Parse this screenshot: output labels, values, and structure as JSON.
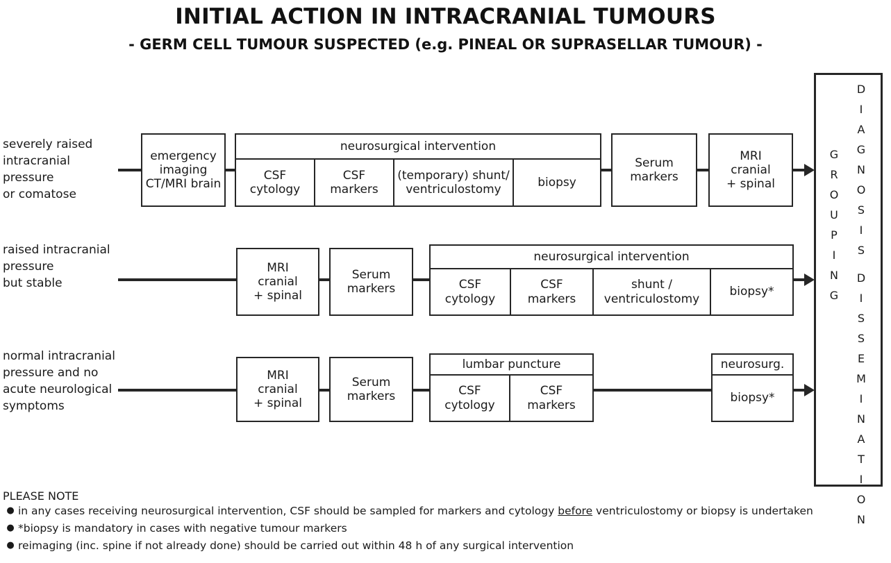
{
  "title": {
    "main": "INITIAL ACTION IN INTRACRANIAL TUMOURS",
    "sub": "- GERM CELL TUMOUR SUSPECTED (e.g. PINEAL OR SUPRASELLAR TUMOUR) -"
  },
  "colors": {
    "ink": "#1a1a1a",
    "line": "#262626",
    "background": "#ffffff"
  },
  "rows": [
    {
      "condition": "severely raised\nintracranial\npressure\nor comatose",
      "steps": {
        "emergency_imaging": "emergency\nimaging\nCT/MRI brain",
        "group_header": "neurosurgical intervention",
        "group_cells": [
          "CSF\ncytology",
          "CSF\nmarkers",
          "(temporary) shunt/\nventriculostomy",
          "biopsy"
        ],
        "serum_markers": "Serum\nmarkers",
        "mri": "MRI\ncranial\n+ spinal"
      }
    },
    {
      "condition": "raised intracranial\npressure\nbut stable",
      "steps": {
        "mri": "MRI\ncranial\n+ spinal",
        "serum_markers": "Serum\nmarkers",
        "group_header": "neurosurgical intervention",
        "group_cells": [
          "CSF\ncytology",
          "CSF\nmarkers",
          "shunt /\nventriculostomy",
          "biopsy*"
        ]
      }
    },
    {
      "condition": "normal intracranial\npressure and no\nacute neurological\nsymptoms",
      "steps": {
        "mri": "MRI\ncranial\n+ spinal",
        "serum_markers": "Serum\nmarkers",
        "group_header": "lumbar puncture",
        "group_cells": [
          "CSF\ncytology",
          "CSF\nmarkers"
        ],
        "neuro_header": "neurosurg.",
        "neuro_cell": "biopsy*"
      }
    }
  ],
  "grouping_panel": {
    "left_column": "GROUPING",
    "right_column_line1": "DIAGNOSIS",
    "right_column_line2": "DISSEMINATION"
  },
  "notes": {
    "heading": "PLEASE NOTE",
    "bullet_glyph": "●",
    "items": [
      {
        "before": "in any cases receiving neurosurgical intervention, CSF should be sampled for markers and cytology ",
        "underline": "before",
        "after": " ventriculostomy or biopsy is undertaken"
      },
      {
        "before": "*biopsy is mandatory in cases with negative tumour markers",
        "underline": "",
        "after": ""
      },
      {
        "before": "reimaging (inc. spine if not already done) should be carried out within 48 h of any surgical intervention",
        "underline": "",
        "after": ""
      }
    ]
  }
}
